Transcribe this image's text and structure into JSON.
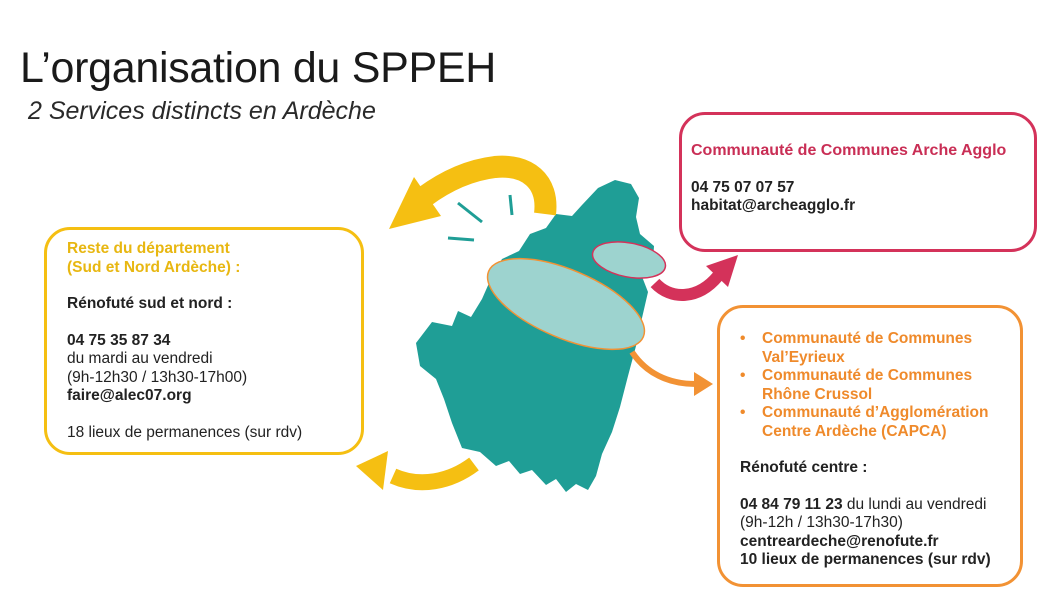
{
  "slide": {
    "title": "L’organisation du SPPEH",
    "subtitle": "2 Services distincts en Ardèche"
  },
  "colors": {
    "yellow": "#f5bf12",
    "crimson": "#d4325a",
    "orange": "#f29234",
    "teal": "#1f9e96"
  },
  "left_box": {
    "heading_line1": "Reste du département",
    "heading_line2": "(Sud et Nord Ardèche) :",
    "service": "Rénofuté sud et nord :",
    "phone": "04 75 35 87 34",
    "days": "du mardi au vendredi",
    "hours": "(9h-12h30 / 13h30-17h00)",
    "email": "faire@alec07.org",
    "locations": "18 lieux de permanences (sur rdv)"
  },
  "top_box": {
    "heading": "Communauté de Communes Arche Agglo",
    "phone": "04 75 07 07 57",
    "email": "habitat@archeagglo.fr"
  },
  "right_box": {
    "communities": [
      "Communauté de Communes Val’Eyrieux",
      "Communauté de Communes Rhône Crussol",
      "Communauté d’Agglomération Centre Ardèche (CAPCA)"
    ],
    "service": "Rénofuté centre :",
    "phone": "04 84 79 11 23",
    "days": " du lundi au vendredi",
    "hours": "(9h-12h / 13h30-17h30)",
    "email": "centreardeche@renofute.fr",
    "locations": "10 lieux de permanences (sur rdv)"
  }
}
